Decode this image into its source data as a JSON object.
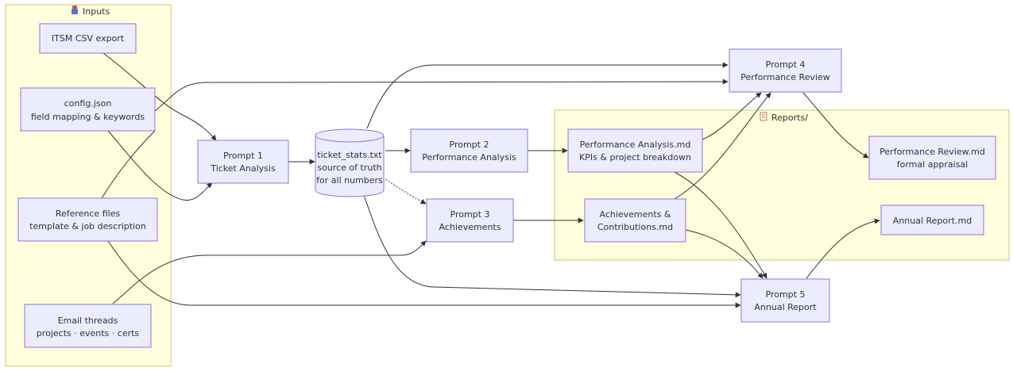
{
  "colors": {
    "cluster_fill": "#ffffde",
    "cluster_stroke": "#c8c86a",
    "node_fill": "#ececff",
    "node_stroke": "#9370db",
    "edge": "#333333"
  },
  "clusters": {
    "inputs": {
      "label": "Inputs",
      "icon": "inbox-tray-icon"
    },
    "reports": {
      "label": "Reports/",
      "icon": "document-icon"
    }
  },
  "nodes": {
    "itsm": {
      "line1": "ITSM CSV export"
    },
    "config": {
      "line1": "config.json",
      "line2": "field mapping & keywords"
    },
    "reference": {
      "line1": "Reference files",
      "line2": "template & job description"
    },
    "email": {
      "line1": "Email threads",
      "line2": "projects · events · certs"
    },
    "p1": {
      "line1": "Prompt 1",
      "line2": "Ticket Analysis"
    },
    "stats": {
      "line1": "ticket_stats.txt",
      "line2": "source of truth",
      "line3": "for all numbers"
    },
    "p2": {
      "line1": "Prompt 2",
      "line2": "Performance Analysis"
    },
    "p3": {
      "line1": "Prompt 3",
      "line2": "Achievements"
    },
    "p4": {
      "line1": "Prompt 4",
      "line2": "Performance Review"
    },
    "p5": {
      "line1": "Prompt 5",
      "line2": "Annual Report"
    },
    "pa_md": {
      "line1": "Performance Analysis.md",
      "line2": "KPIs & project breakdown"
    },
    "ach_md": {
      "line1": "Achievements &",
      "line2": "Contributions.md"
    },
    "pr_md": {
      "line1": "Performance Review.md",
      "line2": "formal appraisal"
    },
    "ar_md": {
      "line1": "Annual Report.md"
    }
  }
}
